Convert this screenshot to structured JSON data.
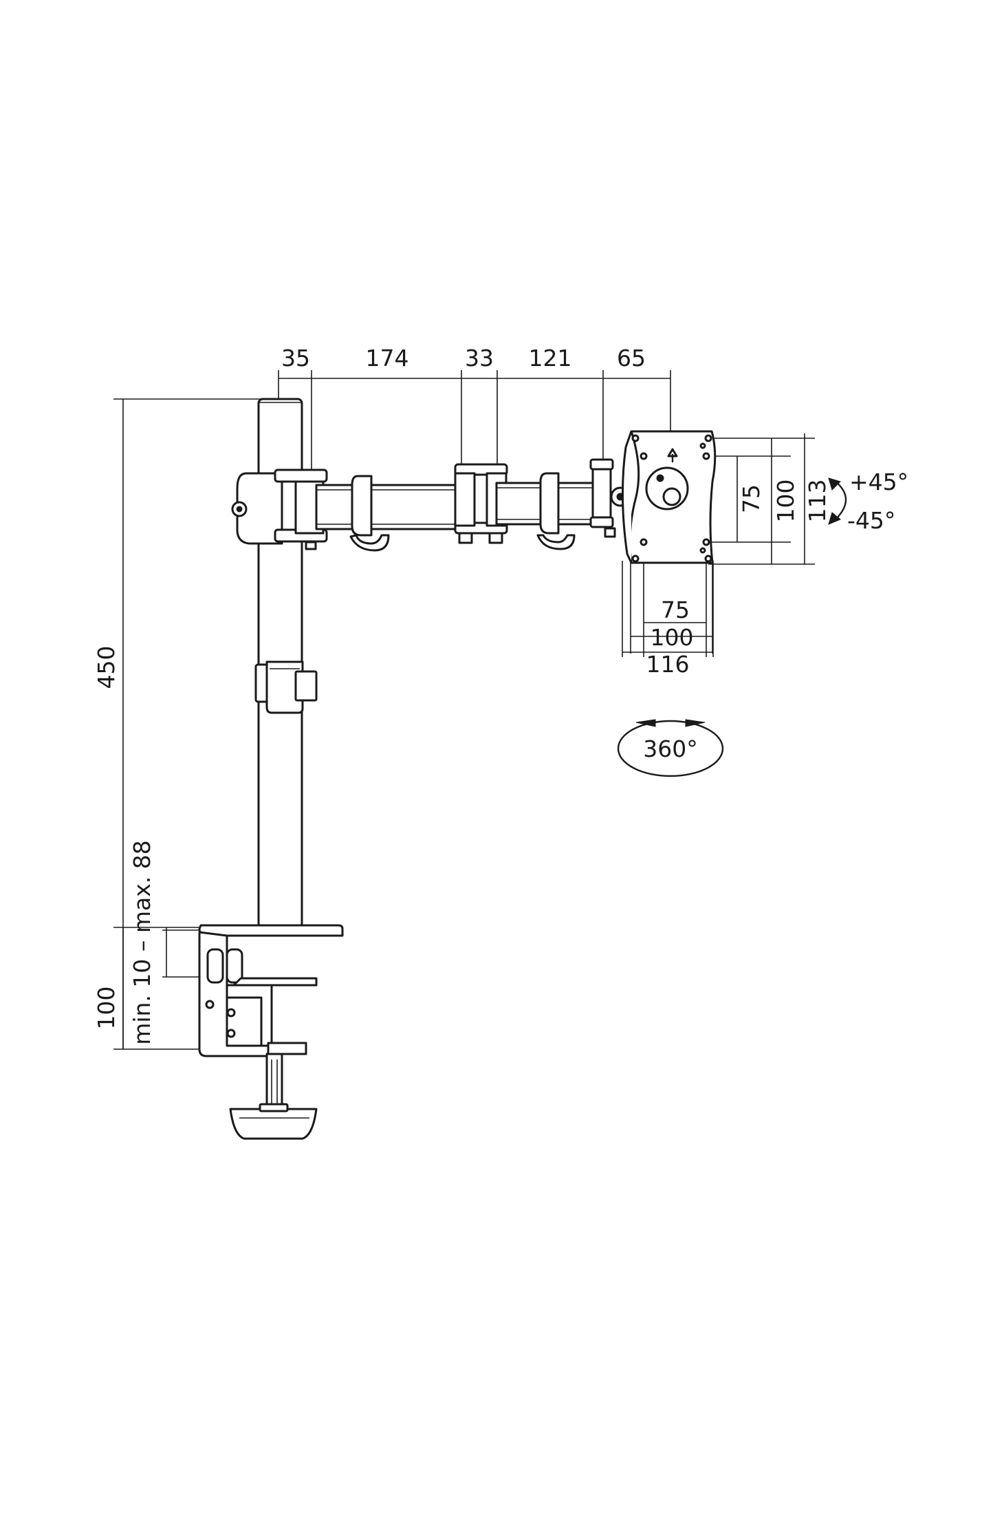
{
  "diagram": {
    "arm_dimensions": [
      "35",
      "174",
      "33",
      "121",
      "65"
    ],
    "pole_height": "450",
    "clamp_height": "100",
    "desk_thickness_range": "min. 10 – max. 88",
    "vesa_vertical": [
      "75",
      "100",
      "113"
    ],
    "vesa_horizontal": [
      "75",
      "100",
      "116"
    ],
    "tilt_up": "+45°",
    "tilt_down": "-45°",
    "rotation": "360°"
  }
}
